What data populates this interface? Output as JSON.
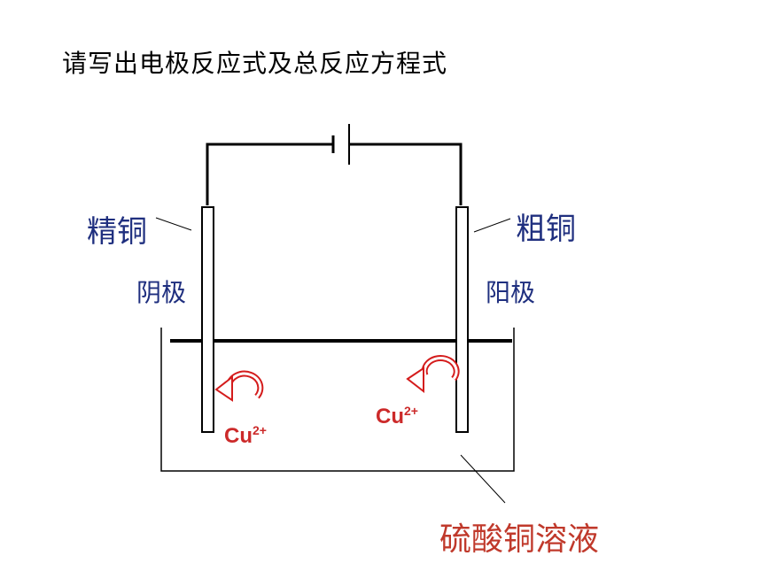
{
  "question": "请写出电极反应式及总反应方程式",
  "labels": {
    "pure_copper": "精铜",
    "crude_copper": "粗铜",
    "cathode": "阴极",
    "anode": "阳极",
    "solution": "硫酸铜溶液"
  },
  "ion": {
    "symbol": "Cu",
    "charge": "2+"
  },
  "colors": {
    "label_blue": "#1f2f7f",
    "solution_red": "#c0392b",
    "ion_red": "#cc2a2a",
    "arrow_red": "#d41c1c",
    "line": "#000000"
  }
}
